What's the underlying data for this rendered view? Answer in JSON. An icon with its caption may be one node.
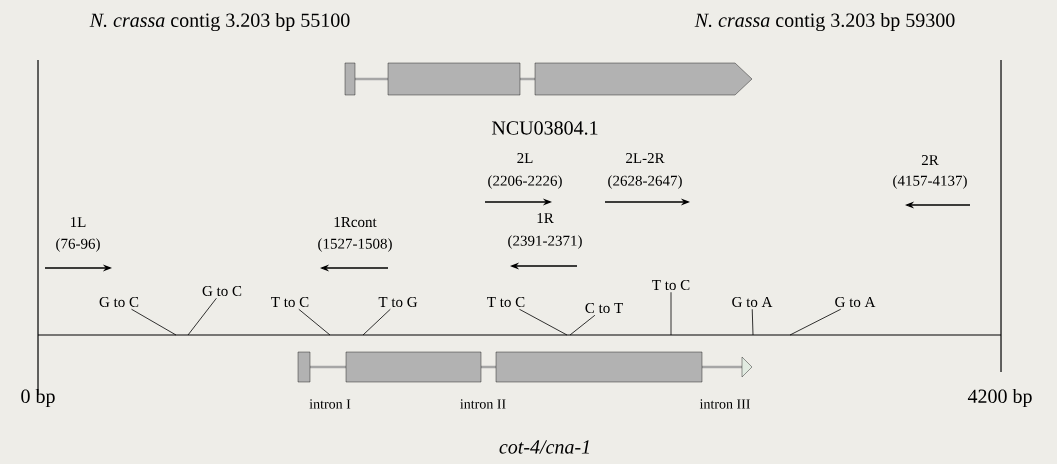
{
  "diagram": {
    "nodes": [
      {
        "text": [
          "G to C"
        ]
      },
      {
        "text": [
          "G to C"
        ]
      },
      {
        "text": [
          "T to C"
        ]
      },
      {
        "text": [
          "T to G"
        ]
      },
      {
        "text": [
          "T to C"
        ]
      },
      {
        "text": [
          "C to T"
        ]
      },
      {
        "text": [
          "T to C"
        ]
      },
      {
        "text": [
          "G to A"
        ]
      },
      {
        "text": [
          "G to A"
        ]
      }
    ],
    "edges": [
      {
        "from": 0,
        "to": null,
        "arrow": "none"
      },
      {
        "from": 1,
        "to": null,
        "arrow": "none"
      },
      {
        "from": 2,
        "to": null,
        "arrow": "none"
      },
      {
        "from": 3,
        "to": null,
        "arrow": "none"
      },
      {
        "from": 4,
        "to": null,
        "arrow": "none"
      },
      {
        "from": 5,
        "to": null,
        "arrow": "none"
      },
      {
        "from": 6,
        "to": null,
        "arrow": "none"
      },
      {
        "from": 7,
        "to": null,
        "arrow": "none"
      },
      {
        "from": 8,
        "to": null,
        "arrow": "none"
      }
    ],
    "labels": [
      "*N. crassa* contig 3.203 bp 55100",
      "*N. crassa* contig 3.203 bp 59300",
      "NCU03804.1",
      "2L",
      "(2206-2226)",
      "2L-2R",
      "(2628-2647)",
      "2R",
      "(4157-4137)",
      "1L",
      "(76-96)",
      "1Rcont",
      "(1527-1508)",
      "1R",
      "(2391-2371)",
      "0 bp",
      "4200 bp",
      "intron I",
      "intron II",
      "intron III",
      "cot-4/cna-1"
    ]
  }
}
